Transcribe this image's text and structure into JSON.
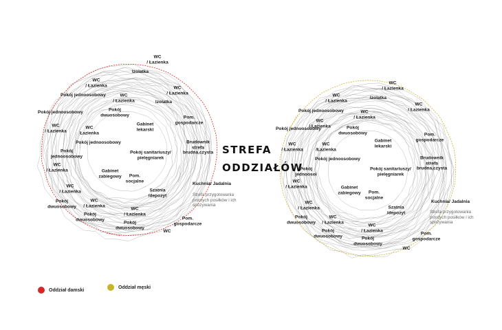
{
  "title": "STREFA\nODDZIAŁÓW",
  "colors": {
    "female": "#d62828",
    "male": "#c9b52a",
    "sketch": "#9a9a9a"
  },
  "legend": [
    {
      "label": "Oddział damski",
      "color": "#d62828"
    },
    {
      "label": "Oddział męski",
      "color": "#c9b52a"
    }
  ],
  "left_plan": {
    "rooms": [
      "WC\n/ Łazienka",
      "Izolatka",
      "WC\n/ Łazienka",
      "Pokój jednoosobowy",
      "WC\n/ Łazienka",
      "WC\n/ Łazienka",
      "Izolatka",
      "Pokój jednoosobowy",
      "Pokój\ndwuosobowy",
      "Pom.\ngospodarcze",
      "Gabinet\nlekarski",
      "WC\n/ Łazienka",
      "WC\nŁazienka",
      "Pokój jednoosobowy",
      "Brudownik\nstrefa\nbrudna,czysta",
      "Pokój\njednoosobowy",
      "Pokój sanitariuszy/\npielęgniarek",
      "WC\n/ Łazienka",
      "Gabinet\nzabiegowy",
      "Pom.\nsocjalne",
      "Kuchnia/ Jadalnia",
      "WC\n/ Łazienka",
      "Szatnia\n/depozyt",
      "Pokój\ndwuosobowy",
      "WC\n/ Łazienka",
      "WC\n/ Łazienka",
      "Pokój\ndwuosobowy",
      "Pokój\ndwuosobowy",
      "Pom.\ngospodarcze",
      "WC"
    ],
    "note": "Strefa przygotowania\nprostych posiłków i ich\nspożywania"
  },
  "right_plan": {
    "rooms": [
      "WC\n/ Łazienka",
      "WC\n/ Łazienka",
      "Izolatka",
      "Pokój jednoosobowy",
      "WC\n/ Łazienka",
      "WC\n/ Łazienka",
      "Pokój jednoosobowy",
      "WC\n/ Łazienka",
      "Pokój\ndwuosobowy",
      "Gabinet\nlekarski",
      "Pom.\ngospodarcze",
      "WC\n/ Łazienka",
      "WC\n/Łazienka",
      "Pokój jednoosobowy",
      "Brudownik\nstrefa\nbrudna,czysta",
      "Pokój\njednoosoi",
      "Pokój sanitariuszy/\npielęgniarek",
      "WC\n/ Łazienka",
      "Gabinet\nzabiegowy",
      "Pom.\nsocjalne",
      "Kuchnia/ Jadalnia",
      "WC\n/ Łazienka",
      "Szatnia\n/depozyt",
      "Pokój\ndwuosobowy",
      "WC\n/ Łazienka",
      "WC\n/ Łazienka",
      "Pokój\ndwuosobowy",
      "Pokój\ndwuosobowy",
      "Pom.\ngospodarcze",
      "WC"
    ],
    "note": "Strefa przygotowania\nprostych posiłków i ich\nspożywania"
  }
}
